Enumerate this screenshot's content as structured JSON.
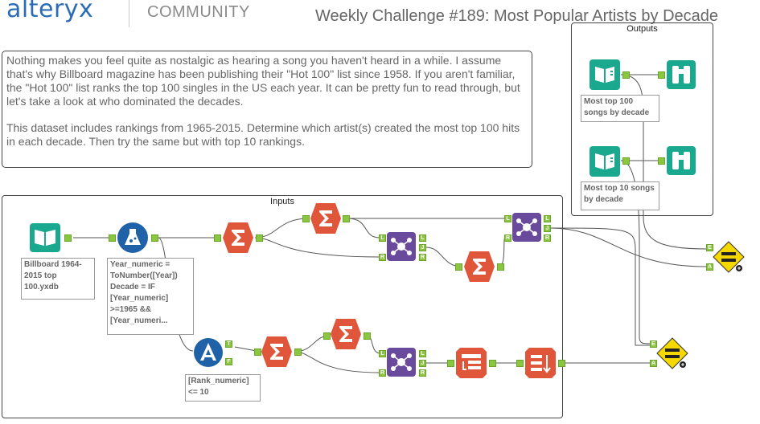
{
  "header": {
    "logo": "alteryx",
    "community": "COMMUNITY",
    "title": "Weekly Challenge #189: Most Popular Artists by Decade"
  },
  "description": {
    "p1": "Nothing makes you feel quite as nostalgic as hearing a song you haven't heard in a while. I assume that's why Billboard magazine has been publishing their \"Hot 100\" list since 1958. If you aren't familiar, the \"Hot 100\" list ranks the top 100 singles in the US each year. It can be pretty fun to read through, but let's take a look at who dominated the decades.",
    "p2": "This dataset includes rankings from 1965-2015. Determine which artist(s) created the most top 100 hits in each decade. Then try the same but with top 10 rankings."
  },
  "containers": {
    "inputs_title": "Inputs",
    "outputs_title": "Outputs"
  },
  "annotations": {
    "input_file": "Billboard 1964-2015 top 100.yxdb",
    "formula": "Year_numeric = ToNumber([Year]) Decade = IF [Year_numeric] >=1965 && [Year_numeri...",
    "filter": "[Rank_numeric] <= 10",
    "out1": "Most top 100 songs by decade",
    "out2": "Most top 10 songs by decade"
  },
  "anchors": {
    "left": "L",
    "join": "J",
    "right": "R",
    "true": "T",
    "false": "F",
    "expected": "E",
    "actual": "A"
  },
  "colors": {
    "input": "#1aa88e",
    "formula": "#1f62a8",
    "summarize": "#e0563a",
    "join": "#6a4a9c",
    "sort": "#e0563a",
    "test": "#f5d800",
    "anchor": "#8ac640"
  }
}
